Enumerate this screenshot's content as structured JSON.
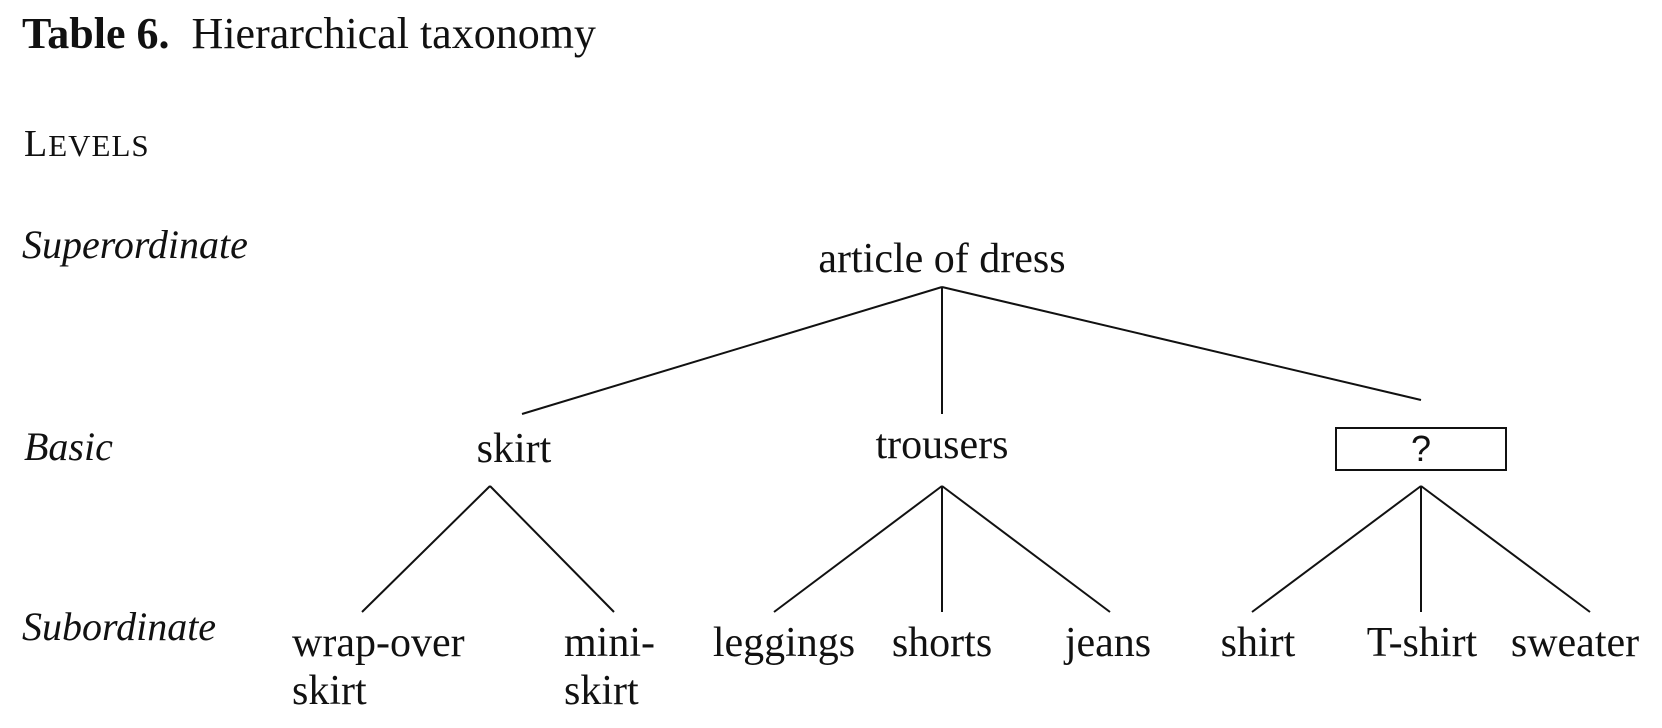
{
  "title": {
    "label": "Table 6.",
    "text": "Hierarchical taxonomy"
  },
  "levels_heading": {
    "initial": "L",
    "rest": "EVELS"
  },
  "levels": {
    "superordinate": "Superordinate",
    "basic": "Basic",
    "subordinate": "Subordinate"
  },
  "nodes": {
    "root": "article of dress",
    "skirt": "skirt",
    "trousers": "trousers",
    "unknown": "?",
    "wrap_over_1": "wrap-over",
    "wrap_over_2": "skirt",
    "mini_1": "mini-",
    "mini_2": "skirt",
    "leggings": "leggings",
    "shorts": "shorts",
    "jeans": "jeans",
    "shirt": "shirt",
    "tshirt": "T-shirt",
    "sweater": "sweater"
  }
}
